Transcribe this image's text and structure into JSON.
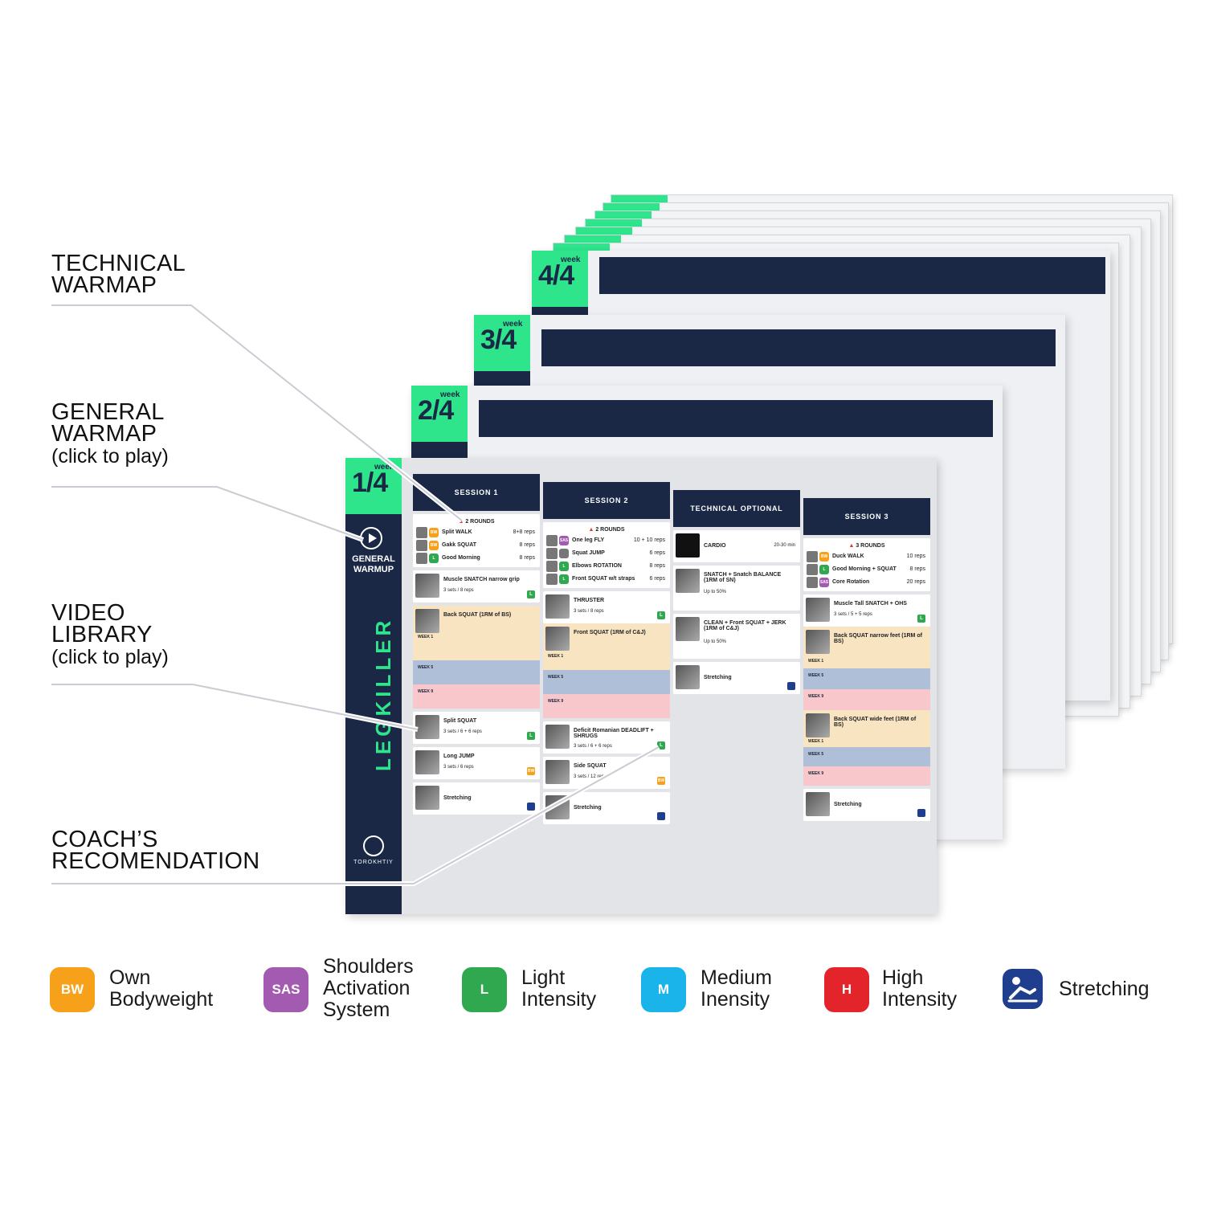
{
  "callouts": {
    "technical": [
      "TECHNICAL",
      "WARMAP"
    ],
    "general": [
      "GENERAL",
      "WARMAP"
    ],
    "general_sub": "(click to play)",
    "video": [
      "VIDEO",
      "LIBRARY"
    ],
    "video_sub": "(click to play)",
    "coach": [
      "COACH’S",
      "RECOMENDATION"
    ]
  },
  "front_page": {
    "week_num": "1/4",
    "week_label": "week",
    "general_warmup": [
      "GENERAL",
      "WARMUP"
    ],
    "title_a": "LEG",
    "title_b": "KILLER",
    "brand": "TOROKHTIY",
    "columns": [
      {
        "header": "SESSION 1"
      },
      {
        "header": "SESSION 2"
      },
      {
        "header": "TECHNICAL OPTIONAL SESSION"
      },
      {
        "header": "SESSION 3"
      }
    ],
    "s1": {
      "rounds": "2 ROUNDS",
      "ex": [
        {
          "badge": "BW",
          "name": "Split WALK",
          "reps": "8+8 reps"
        },
        {
          "badge": "BW",
          "name": "Gakk SQUAT",
          "reps": "8 reps"
        },
        {
          "badge": "L",
          "name": "Good Morning",
          "reps": "8 reps"
        }
      ],
      "card1_title": "Muscle SNATCH narrow grip",
      "card1_sets": "3 sets / 8 reps",
      "card2_title": "Back SQUAT (1RM of BS)",
      "card2_w1": "WEEK 1",
      "card2_w5": "WEEK 5",
      "card2_w9": "WEEK 9",
      "card3_title": "Split SQUAT",
      "card3_sets": "3 sets / 6 + 6 reps",
      "card4_title": "Long JUMP",
      "card4_sets": "3 sets / 6 reps",
      "card5_title": "Stretching"
    },
    "s2": {
      "rounds": "2 ROUNDS",
      "ex": [
        {
          "badge": "SAS",
          "name": "One leg FLY",
          "reps": "10 + 10 reps"
        },
        {
          "badge": "",
          "name": "Squat JUMP",
          "reps": "6 reps"
        },
        {
          "badge": "L",
          "name": "Elbows ROTATION",
          "reps": "8 reps"
        },
        {
          "badge": "L",
          "name": "Front SQUAT w/t straps",
          "reps": "6 reps"
        }
      ],
      "card1_title": "THRUSTER",
      "card1_sets": "3 sets / 8 reps",
      "card2_title": "Front SQUAT (1RM of C&J)",
      "card2_w1": "WEEK 1",
      "card2_w5": "WEEK 5",
      "card2_w9": "WEEK 9",
      "card3_title": "Deficit Romanian DEADLIFT + SHRUGS",
      "card3_sets": "3 sets / 6 + 6 reps",
      "card4_title": "Side SQUAT",
      "card4_sets": "3 sets / 12 reps",
      "card5_title": "Stretching"
    },
    "s3": {
      "card1_title": "CARDIO",
      "card1_sets": "20-30 min",
      "card2_title": "SNATCH + Snatch BALANCE (1RM of SN)",
      "card2_sets": "Up to 50%",
      "card3_title": "CLEAN + Front SQUAT + JERK (1RM of C&J)",
      "card3_sets": "Up to 50%",
      "card4_title": "Stretching"
    },
    "s4": {
      "rounds": "3 ROUNDS",
      "ex": [
        {
          "badge": "BW",
          "name": "Duck WALK",
          "reps": "10 reps"
        },
        {
          "badge": "L",
          "name": "Good Morning + SQUAT",
          "reps": "8 reps"
        },
        {
          "badge": "SAS",
          "name": "Core Rotation",
          "reps": "20 reps"
        }
      ],
      "card1_title": "Muscle Tall SNATCH + OHS",
      "card1_sets": "3 sets / 5 + 5 reps",
      "card2_title": "Back SQUAT narrow feet (1RM of BS)",
      "card2_w1": "WEEK 1",
      "card2_w5": "WEEK 5",
      "card2_w9": "WEEK 9",
      "card3_title": "Back SQUAT wide feet (1RM of BS)",
      "card3_w1": "WEEK 1",
      "card3_w5": "WEEK 5",
      "card3_w9": "WEEK 9",
      "card4_title": "Stretching"
    }
  },
  "back_pages": [
    {
      "week_num": "2/4",
      "week_label": "week"
    },
    {
      "week_num": "3/4",
      "week_label": "week"
    },
    {
      "week_num": "4/4",
      "week_label": "week"
    }
  ],
  "legend": [
    {
      "badge": "BW",
      "color": "#f7a11a",
      "line1": "Own",
      "line2": "Bodyweight",
      "line3": ""
    },
    {
      "badge": "SAS",
      "color": "#a25bb0",
      "line1": "Shoulders",
      "line2": "Activation",
      "line3": "System"
    },
    {
      "badge": "L",
      "color": "#2fa84f",
      "line1": "Light",
      "line2": "Intensity",
      "line3": ""
    },
    {
      "badge": "M",
      "color": "#1ab3ea",
      "line1": "Medium",
      "line2": "Inensity",
      "line3": ""
    },
    {
      "badge": "H",
      "color": "#e3242b",
      "line1": "High",
      "line2": "Intensity",
      "line3": ""
    },
    {
      "badge": "",
      "color": "#1f3e8e",
      "line1": "Stretching",
      "line2": "",
      "line3": ""
    }
  ],
  "icons": {
    "stretching": "stretching-icon",
    "play": "play-icon",
    "fire": "fire-icon"
  }
}
